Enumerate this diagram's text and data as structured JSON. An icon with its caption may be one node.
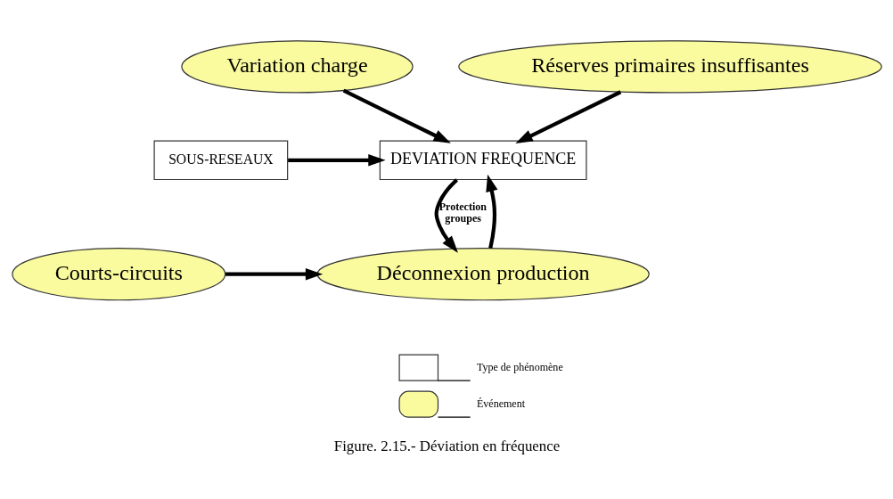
{
  "diagram": {
    "caption": "Figure. 2.15.- Déviation en fréquence",
    "nodes": [
      {
        "text": [
          "Variation charge"
        ]
      },
      {
        "text": [
          "Réserves primaires insuffisantes"
        ]
      },
      {
        "text": [
          "SOUS-RESEAUX"
        ]
      },
      {
        "text": [
          "DEVIATION FREQUENCE"
        ]
      },
      {
        "text": [
          "Courts-circuits"
        ]
      },
      {
        "text": [
          "Déconnexion production"
        ]
      }
    ],
    "edges": [
      {
        "from": 0,
        "to": 3,
        "arrow": "to"
      },
      {
        "from": 1,
        "to": 3,
        "arrow": "to"
      },
      {
        "from": 2,
        "to": 3,
        "arrow": "to"
      },
      {
        "from": 3,
        "to": 5,
        "arrow": "to",
        "label": "Protection groupes"
      },
      {
        "from": 5,
        "to": 3,
        "arrow": "to"
      },
      {
        "from": 4,
        "to": 5,
        "arrow": "to"
      }
    ],
    "legend": [
      {
        "text": "Type de phénomène"
      },
      {
        "text": "Événement"
      }
    ]
  }
}
